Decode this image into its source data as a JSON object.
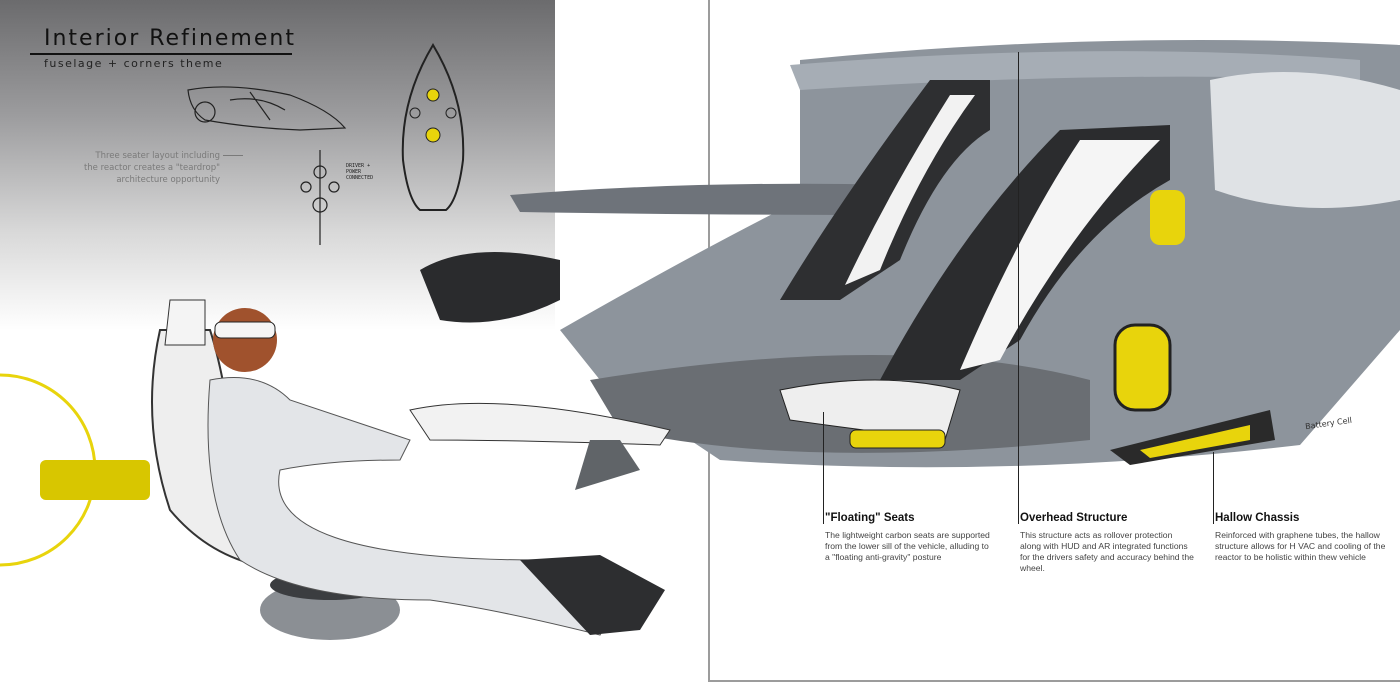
{
  "header": {
    "title": "Interior Refinement",
    "subtitle": "fuselage + corners theme"
  },
  "sketch_annotation": {
    "layout_note": "Three seater layout including the reactor creates a \"teardrop\" architecture opportunity",
    "hand_note": "DRIVER + POWER CONNECTED"
  },
  "illustration": {
    "battery_label": "Battery Cell",
    "accent_color": "#e8d40c",
    "body_color": "#8d949c"
  },
  "callouts": [
    {
      "title": "\"Floating\" Seats",
      "body": "The lightweight carbon seats are supported from the lower sill of the vehicle, alluding to a \"floating anti-gravity\" posture"
    },
    {
      "title": "Overhead Structure",
      "body": "This structure acts as rollover protection along with HUD and AR integrated functions for the drivers safety and accuracy behind the wheel."
    },
    {
      "title": "Hallow Chassis",
      "body": "Reinforced with graphene tubes, the hallow structure allows for H VAC and cooling of the reactor to be holistic within thew vehicle"
    }
  ]
}
